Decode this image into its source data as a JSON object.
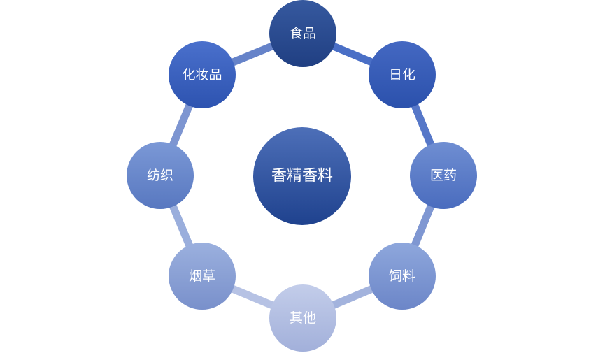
{
  "diagram": {
    "center": {
      "label": "香精香料"
    },
    "nodes": [
      {
        "label": "食品"
      },
      {
        "label": "日化"
      },
      {
        "label": "医药"
      },
      {
        "label": "饲料"
      },
      {
        "label": "其他"
      },
      {
        "label": "烟草"
      },
      {
        "label": "纺织"
      },
      {
        "label": "化妆品"
      }
    ]
  }
}
